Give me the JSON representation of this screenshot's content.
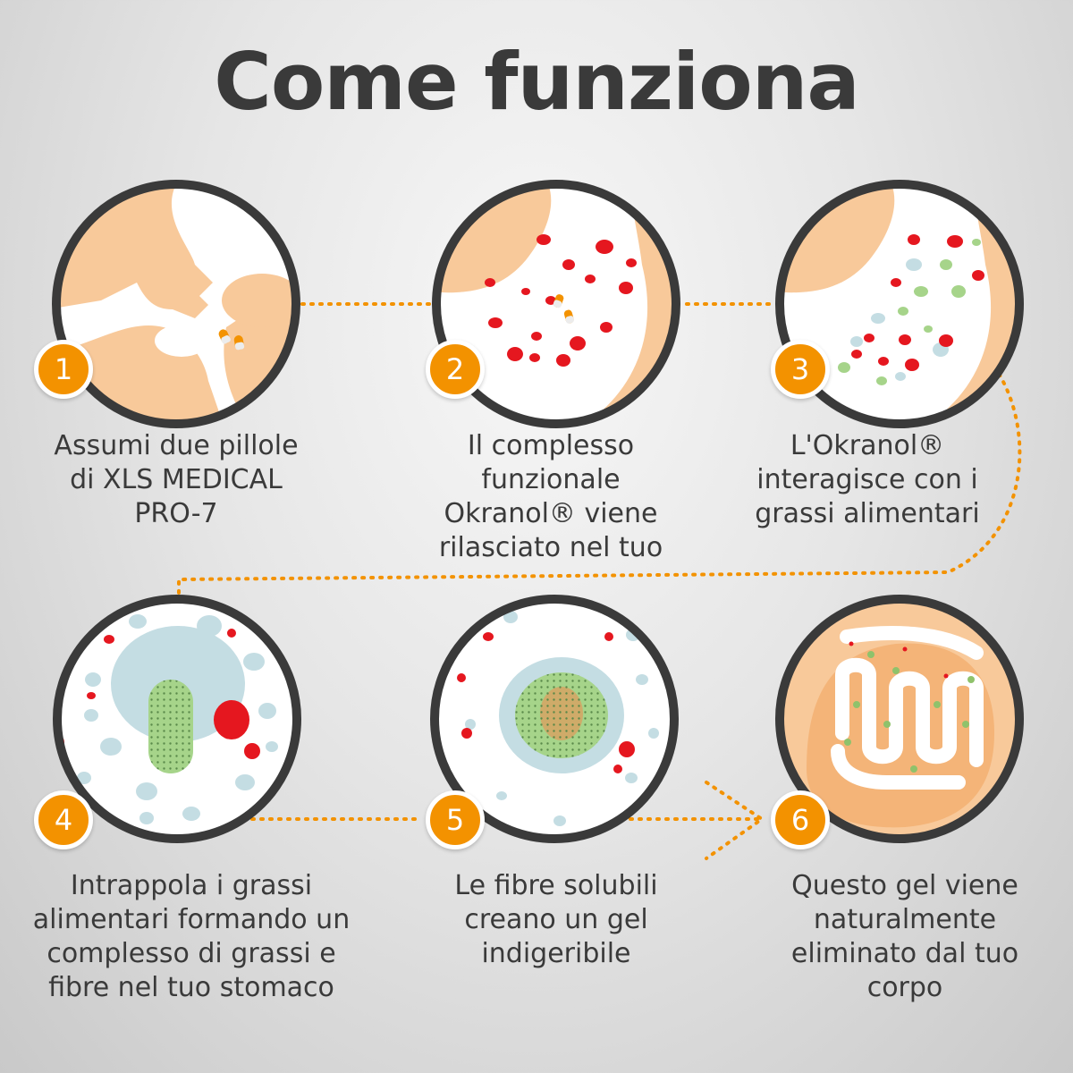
{
  "title": "Come funziona",
  "colors": {
    "accent": "#f39200",
    "text": "#3a3a3a",
    "skin": "#f8c99a",
    "fat_drop": "#e5171f",
    "fiber": "#a6d48a",
    "gel": "#c4dde3"
  },
  "steps": [
    {
      "number": "1",
      "caption_lines": [
        "Assumi due pillole",
        "di XLS MEDICAL",
        "PRO-7"
      ]
    },
    {
      "number": "2",
      "caption_lines": [
        "Il complesso",
        "funzionale",
        "Okranol® viene",
        "rilasciato nel tuo"
      ]
    },
    {
      "number": "3",
      "caption_lines": [
        "L'Okranol®",
        "interagisce con i",
        "grassi alimentari"
      ]
    },
    {
      "number": "4",
      "caption_lines": [
        "Intrappola i grassi",
        "alimentari formando un",
        "complesso di grassi e",
        "fibre nel tuo stomaco"
      ]
    },
    {
      "number": "5",
      "caption_lines": [
        "Le fibre solubili",
        "creano un gel",
        "indigeribile"
      ]
    },
    {
      "number": "6",
      "caption_lines": [
        "Questo gel viene",
        "naturalmente",
        "eliminato dal tuo",
        "corpo"
      ]
    }
  ]
}
